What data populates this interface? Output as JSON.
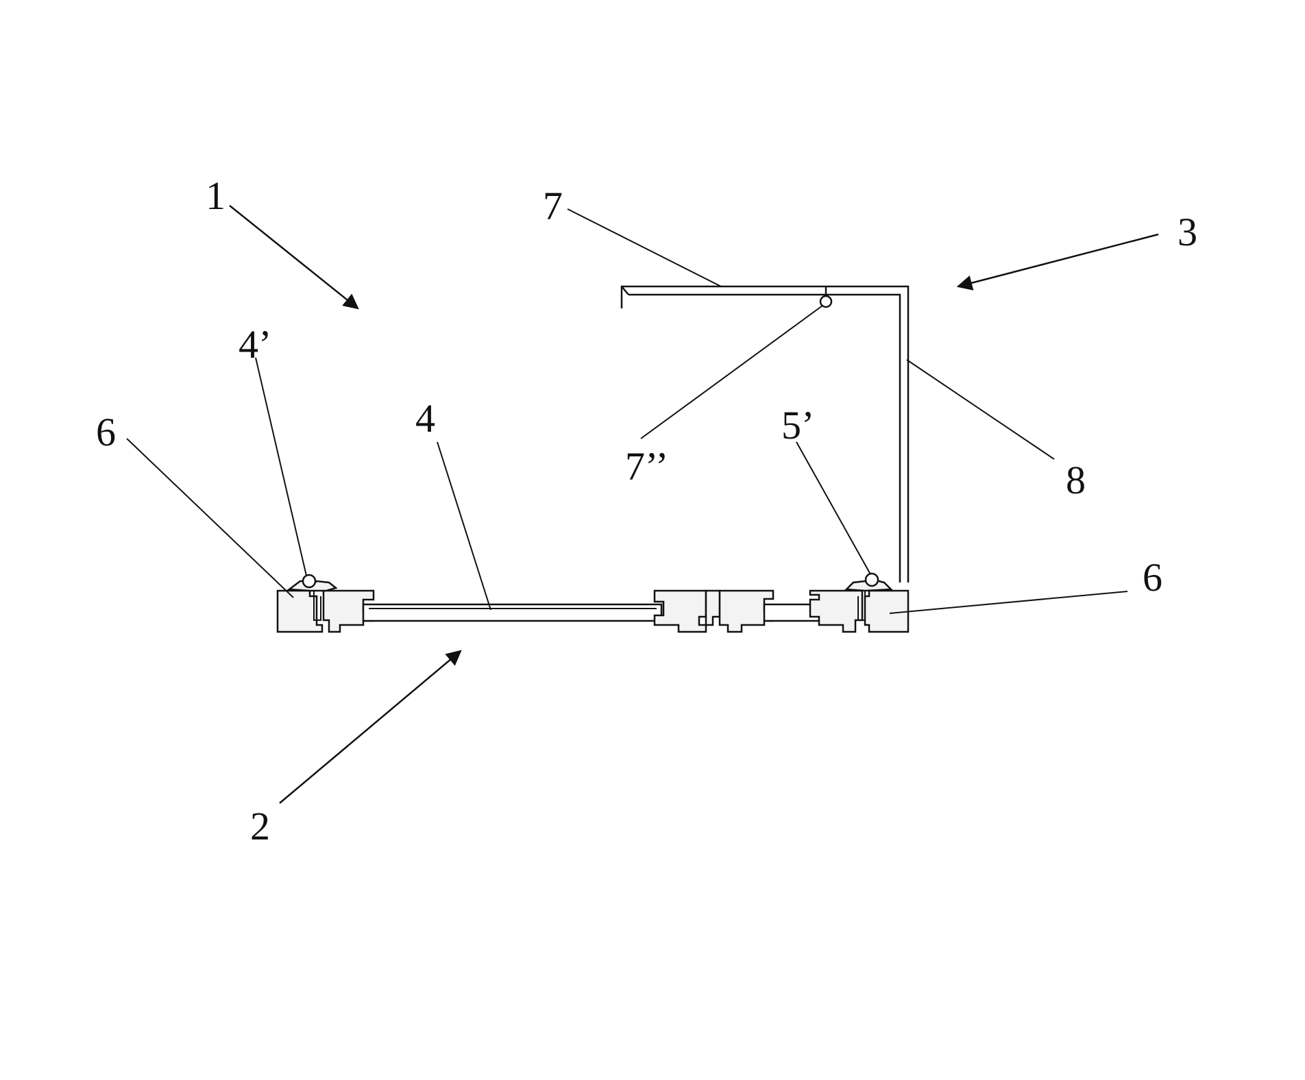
{
  "labels": {
    "label_1": "1",
    "label_2": "2",
    "label_3": "3",
    "label_4": "4",
    "label_4p": "4’",
    "label_5p": "5’",
    "label_6_left": "6",
    "label_6_right": "6",
    "label_7": "7",
    "label_7pp": "7’’",
    "label_8": "8"
  },
  "colors": {
    "ink": "#111111",
    "fill": "#f3f3f3",
    "background": "#ffffff"
  }
}
